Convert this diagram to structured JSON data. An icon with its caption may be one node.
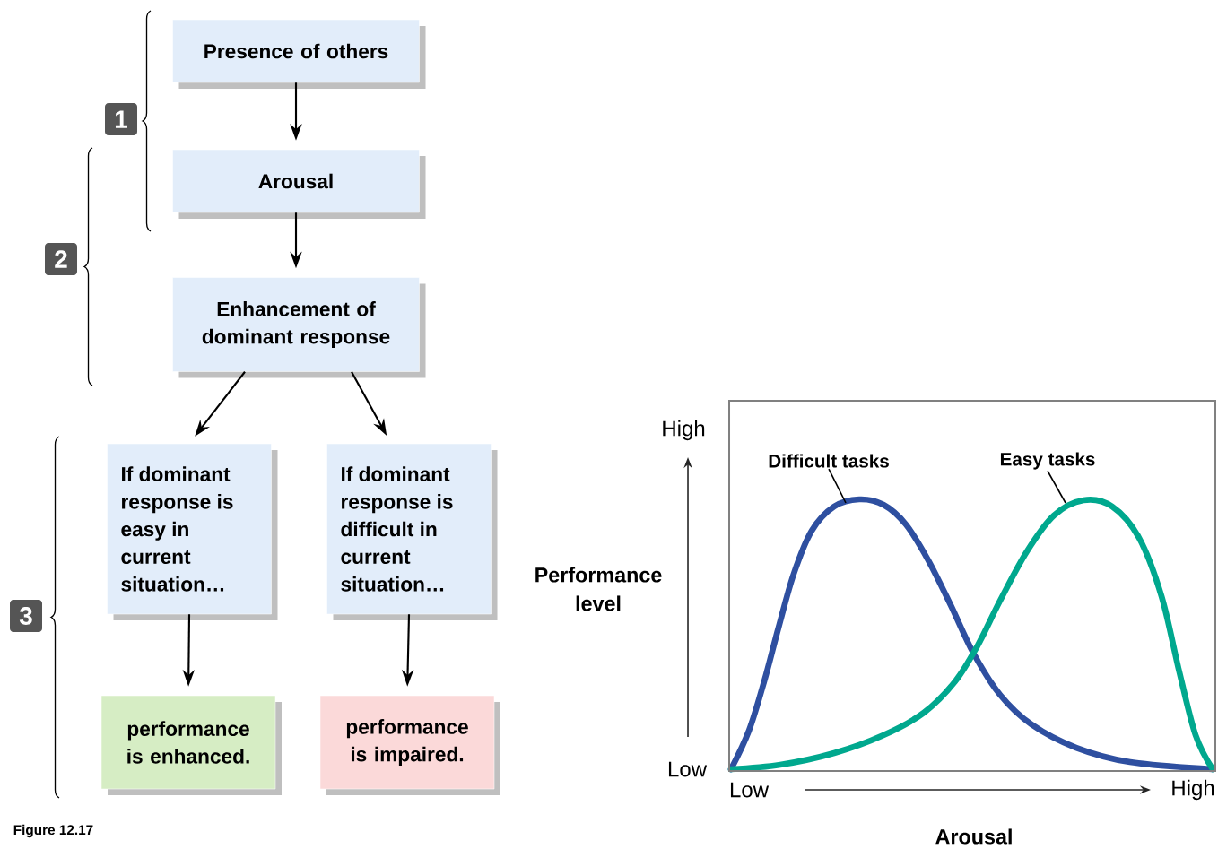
{
  "diagram": {
    "nodes": [
      {
        "text": [
          "Presence of others"
        ]
      },
      {
        "text": [
          "Arousal"
        ]
      },
      {
        "text": [
          "Enhancement of dominant response"
        ]
      },
      {
        "text": [
          "If dominant response is easy in current situation…"
        ]
      },
      {
        "text": [
          "If dominant response is difficult in current situation…"
        ]
      },
      {
        "text": [
          "performance is enhanced."
        ]
      },
      {
        "text": [
          "performance is impaired."
        ]
      },
      {
        "text": [
          "Difficult tasks"
        ]
      },
      {
        "text": [
          "Easy tasks"
        ]
      }
    ],
    "edges": [
      {
        "from": 0,
        "to": 1,
        "arrow": "to"
      },
      {
        "from": 1,
        "to": 2,
        "arrow": "to"
      },
      {
        "from": 2,
        "to": 3,
        "arrow": "to"
      },
      {
        "from": 2,
        "to": 4,
        "arrow": "to"
      },
      {
        "from": 3,
        "to": 5,
        "arrow": "to"
      },
      {
        "from": 4,
        "to": 6,
        "arrow": "to"
      },
      {
        "from": 7,
        "to": null,
        "arrow": "none"
      },
      {
        "from": 8,
        "to": null,
        "arrow": "none"
      }
    ],
    "labels": [
      "1",
      "2",
      "3",
      "Performance level",
      "High",
      "Low",
      "Low",
      "High",
      "Arousal",
      "Figure 12.17"
    ]
  }
}
